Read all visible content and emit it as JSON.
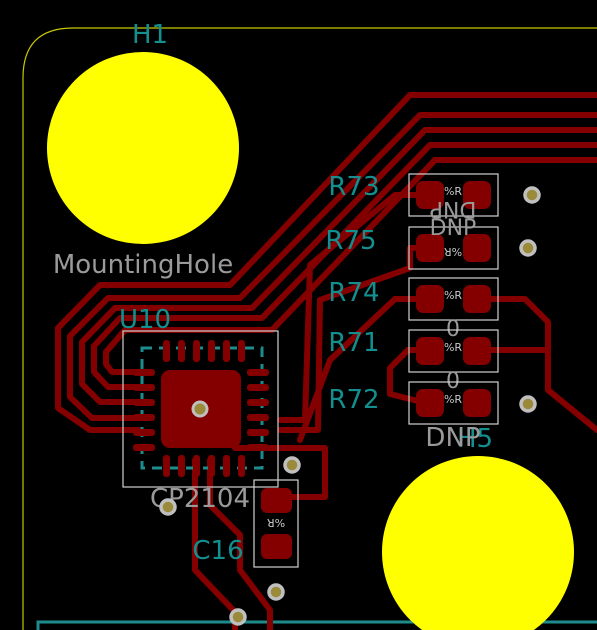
{
  "colors": {
    "background": "#000000",
    "board_outline": "#C8C800",
    "copper": "#840000",
    "mounting_hole": "#FFFF00",
    "via_ring": "#BFBFBF",
    "via_drill": "#9A8A3A",
    "courtyard": "#D0D0D0",
    "reference_text": "#148F8F",
    "value_text": "#9A9A9A",
    "fab_layer": "#1E8C8C"
  },
  "components": {
    "h1": {
      "ref": "H1",
      "value": "MountingHole"
    },
    "h5": {
      "ref": "H5"
    },
    "u10": {
      "ref": "U10",
      "value": "CP2104"
    },
    "c16": {
      "ref": "C16",
      "fab": "%R"
    },
    "r73": {
      "ref": "R73",
      "fab": "%R",
      "value": "DNP"
    },
    "r75": {
      "ref": "R75",
      "fab": "%R",
      "value": "DNP"
    },
    "r74": {
      "ref": "R74",
      "fab": "%R",
      "value": "0"
    },
    "r71": {
      "ref": "R71",
      "fab": "%R",
      "value": "0"
    },
    "r72": {
      "ref": "R72",
      "fab": "%R",
      "value": "DNP"
    }
  }
}
